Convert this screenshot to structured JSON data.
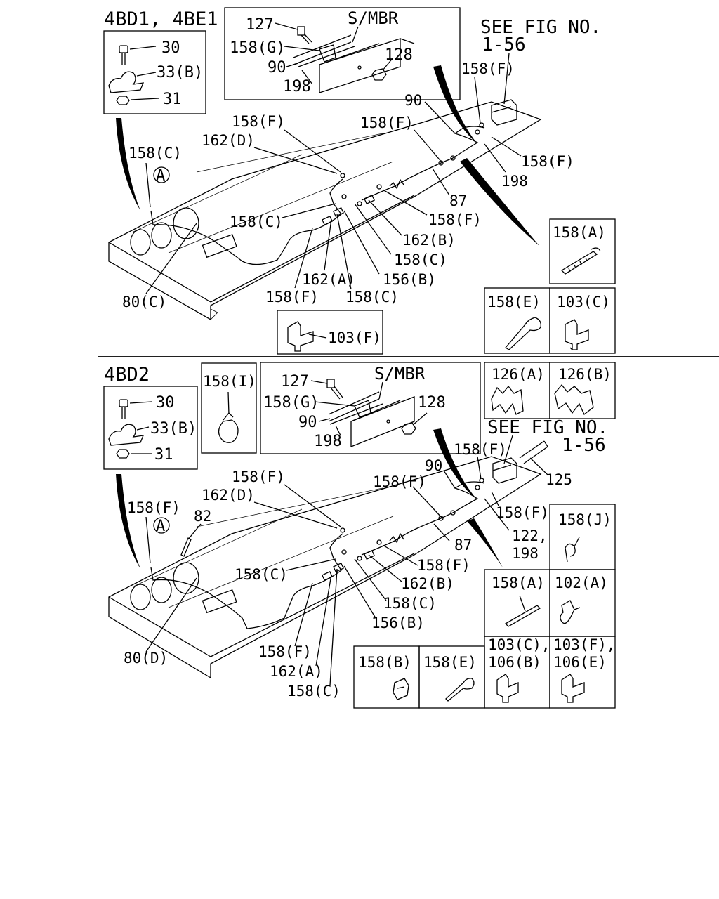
{
  "top": {
    "section_title": "4BD1, 4BE1",
    "see_fig_line1": "SEE FIG NO.",
    "see_fig_line2": "1-56",
    "inset_hardware": {
      "bolt": "30",
      "clip": "33(B)",
      "nut": "31"
    },
    "inset_member": {
      "title": "S/MBR",
      "bolt": "127",
      "clamp": "158(G)",
      "pipe_a": "90",
      "pipe_b": "198",
      "nut": "128"
    },
    "callout_a": "A",
    "labels": {
      "l158c_a": "158(C)",
      "l158f_a": "158(F)",
      "l162d": "162(D)",
      "l158f_b": "158(F)",
      "l90": "90",
      "l158f_c": "158(F)",
      "l198": "198",
      "l87": "87",
      "l158c_b": "158(C)",
      "l158f_d": "158(F)",
      "l162b": "162(B)",
      "l158c_c": "158(C)",
      "l156b": "156(B)",
      "l162a": "162(A)",
      "l158f_e": "158(F)",
      "l158c_d": "158(C)",
      "l80c": "80(C)",
      "l158f_f": "158(F)"
    },
    "box_158a": "158(A)",
    "box_158e": "158(E)",
    "box_103c": "103(C)",
    "box_103f": "103(F)"
  },
  "bottom": {
    "section_title": "4BD2",
    "see_fig_line1": "SEE FIG NO.",
    "see_fig_line2": "1-56",
    "inset_hardware": {
      "bolt": "30",
      "clip": "33(B)",
      "nut": "31"
    },
    "inset_158i": "158(I)",
    "inset_member": {
      "title": "S/MBR",
      "bolt": "127",
      "clamp": "158(G)",
      "pipe_a": "90",
      "pipe_b": "198",
      "nut": "128"
    },
    "box_126a": "126(A)",
    "box_126b": "126(B)",
    "callout_a": "A",
    "labels": {
      "l158f_a": "158(F)",
      "l82": "82",
      "l158f_b": "158(F)",
      "l162d": "162(D)",
      "l158f_c": "158(F)",
      "l90": "90",
      "l158f_d": "158(F)",
      "l125": "125",
      "l158f_e": "158(F)",
      "l122": "122,",
      "l198": "198",
      "l87": "87",
      "l158f_f": "158(F)",
      "l158c_a": "158(C)",
      "l162b": "162(B)",
      "l158c_b": "158(C)",
      "l156b": "156(B)",
      "l80d": "80(D)",
      "l158f_g": "158(F)",
      "l162a": "162(A)",
      "l158c_c": "158(C)"
    },
    "box_158j": "158(J)",
    "box_158a": "158(A)",
    "box_102a": "102(A)",
    "box_158b": "158(B)",
    "box_158e": "158(E)",
    "box_103c_1": "103(C),",
    "box_106b": "106(B)",
    "box_103f_1": "103(F),",
    "box_106e": "106(E)"
  }
}
